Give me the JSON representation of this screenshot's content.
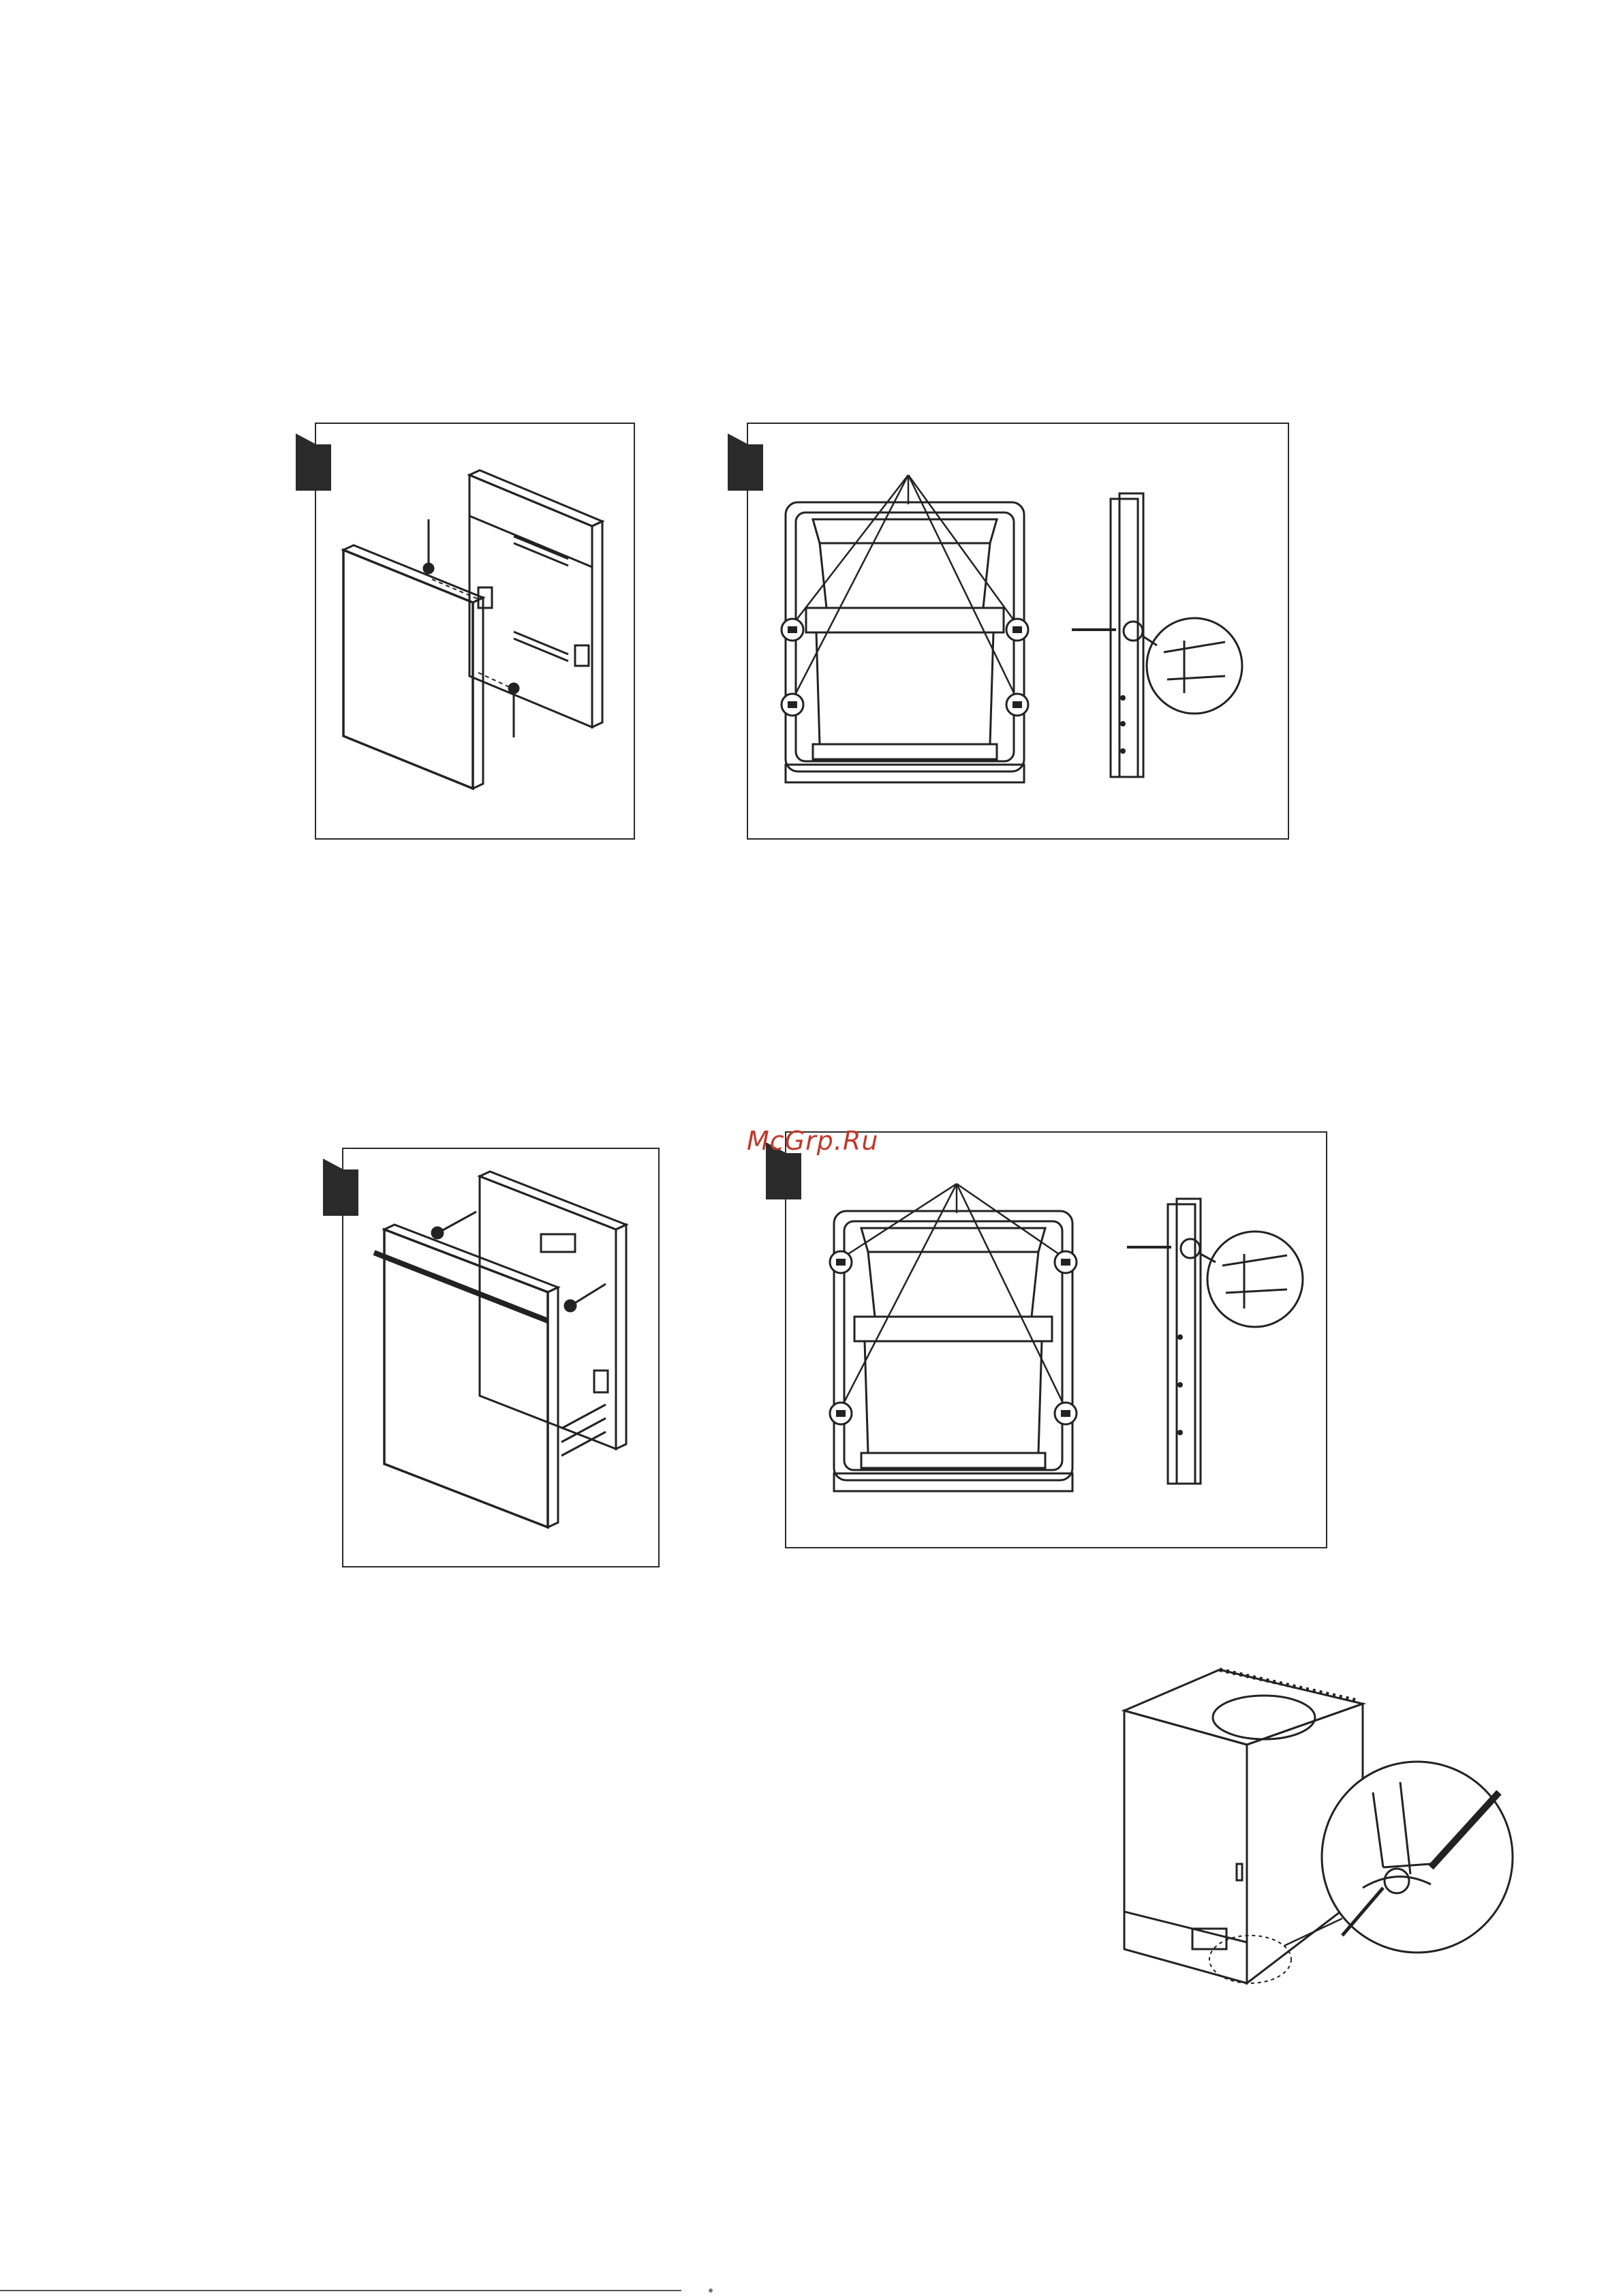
{
  "watermark": {
    "text": "McGrp.Ru",
    "color": "#c0392b"
  },
  "figures": [
    {
      "id": "fig-1",
      "subject": "door-panel-mounting-exploded"
    },
    {
      "id": "fig-2",
      "subject": "door-inner-screw-points"
    },
    {
      "id": "fig-3",
      "subject": "door-panel-with-handle-mounting"
    },
    {
      "id": "fig-4",
      "subject": "door-inner-screw-points"
    },
    {
      "id": "fig-5",
      "subject": "door-spring-tension-adjustment"
    }
  ],
  "colors": {
    "line": "#2b2b2b",
    "tab": "#2a2a2a",
    "background": "#ffffff"
  }
}
